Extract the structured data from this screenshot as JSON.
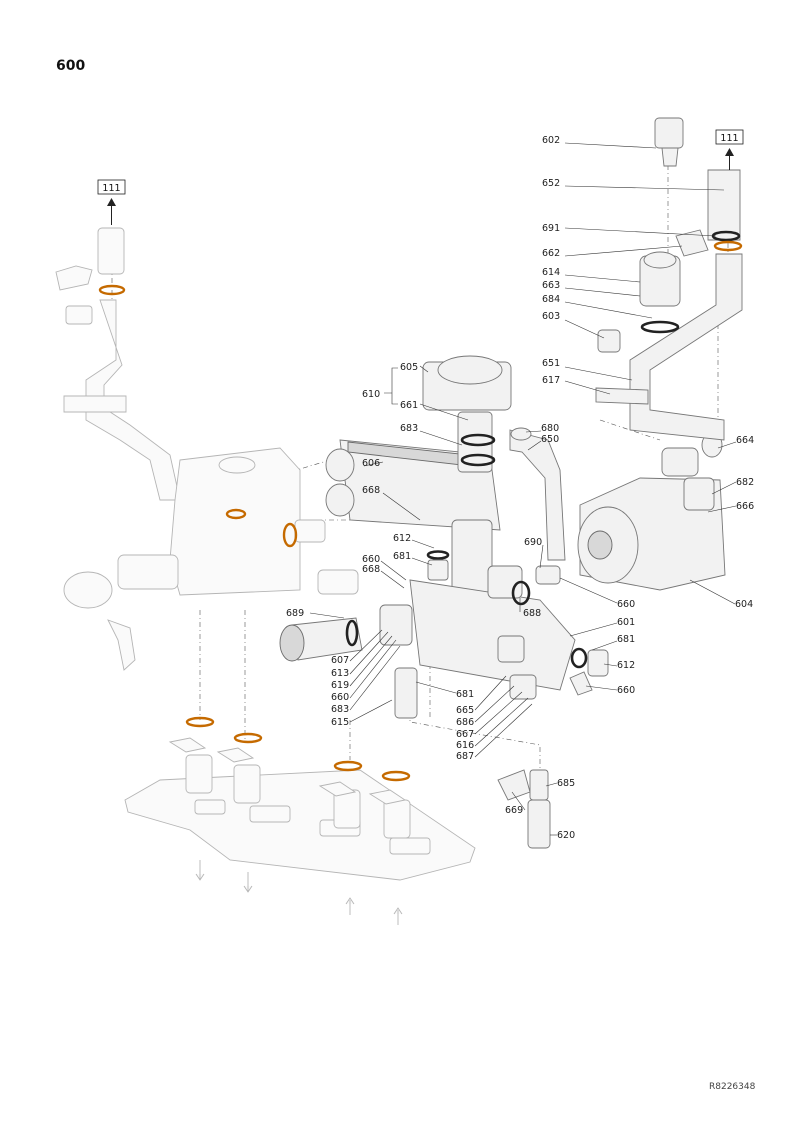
{
  "page": {
    "title": "600",
    "reference_code": "R8226348"
  },
  "reference_boxes": [
    "111",
    "111"
  ],
  "part_labels": [
    "602",
    "652",
    "691",
    "662",
    "614",
    "663",
    "684",
    "603",
    "605",
    "610",
    "661",
    "651",
    "617",
    "683",
    "680",
    "650",
    "664",
    "606",
    "668",
    "682",
    "666",
    "612",
    "660",
    "668",
    "681",
    "690",
    "660",
    "688",
    "604",
    "601",
    "681",
    "689",
    "612",
    "607",
    "613",
    "619",
    "660",
    "683",
    "681",
    "615",
    "665",
    "686",
    "667",
    "616",
    "687",
    "660",
    "685",
    "669",
    "620"
  ]
}
